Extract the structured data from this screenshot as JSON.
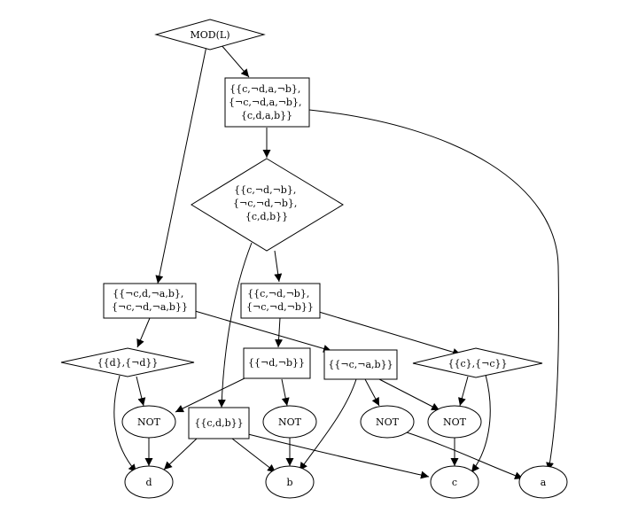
{
  "nodes": {
    "mod": {
      "lines": [
        "MOD(L)"
      ]
    },
    "r1": {
      "lines": [
        "{{c,¬d,a,¬b},",
        "{¬c,¬d,a,¬b},",
        "{c,d,a,b}}"
      ]
    },
    "d1": {
      "lines": [
        "{{c,¬d,¬b},",
        "{¬c,¬d,¬b},",
        "{c,d,b}}"
      ]
    },
    "r2": {
      "lines": [
        "{{¬c,d,¬a,b},",
        "{¬c,¬d,¬a,b}}"
      ]
    },
    "r3": {
      "lines": [
        "{{c,¬d,¬b},",
        "{¬c,¬d,¬b}}"
      ]
    },
    "d2": {
      "lines": [
        "{{d},{¬d}}"
      ]
    },
    "r4": {
      "lines": [
        "{{¬d,¬b}}"
      ]
    },
    "r5": {
      "lines": [
        "{{¬c,¬a,b}}"
      ]
    },
    "d3": {
      "lines": [
        "{{c},{¬c}}"
      ]
    },
    "not1": {
      "lines": [
        "NOT"
      ]
    },
    "r6": {
      "lines": [
        "{{c,d,b}}"
      ]
    },
    "not2": {
      "lines": [
        "NOT"
      ]
    },
    "not3": {
      "lines": [
        "NOT"
      ]
    },
    "not4": {
      "lines": [
        "NOT"
      ]
    },
    "leaf_d": {
      "lines": [
        "d"
      ]
    },
    "leaf_b": {
      "lines": [
        "b"
      ]
    },
    "leaf_c": {
      "lines": [
        "c"
      ]
    },
    "leaf_a": {
      "lines": [
        "a"
      ]
    }
  }
}
